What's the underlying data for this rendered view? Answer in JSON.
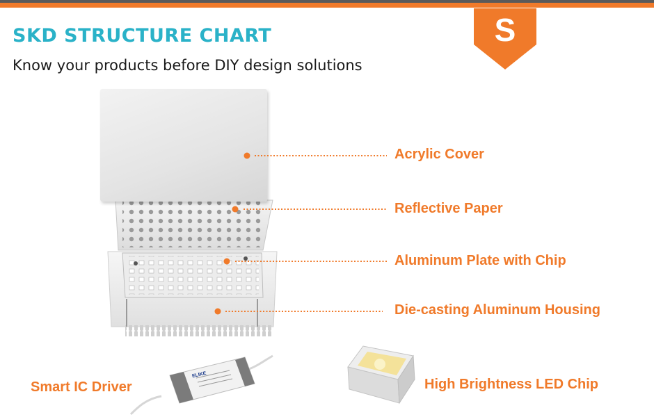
{
  "header": {
    "title": "SKD STRUCTURE CHART",
    "subtitle": "Know your products before DIY design solutions",
    "badge_letter": "S"
  },
  "components": [
    {
      "label": "Acrylic Cover",
      "icon": "acrylic-cover-icon"
    },
    {
      "label": "Reflective Paper",
      "icon": "reflective-paper-icon"
    },
    {
      "label": "Aluminum Plate with Chip",
      "icon": "aluminum-plate-icon"
    },
    {
      "label": "Die-casting Aluminum Housing",
      "icon": "housing-icon"
    }
  ],
  "extras": {
    "driver_label": "Smart IC Driver",
    "driver_brand": "ELIKE",
    "chip_label": "High Brightness LED Chip"
  },
  "colors": {
    "accent": "#f07a2a",
    "title": "#2ab2c8",
    "dark_bar": "#5a5a5a"
  }
}
